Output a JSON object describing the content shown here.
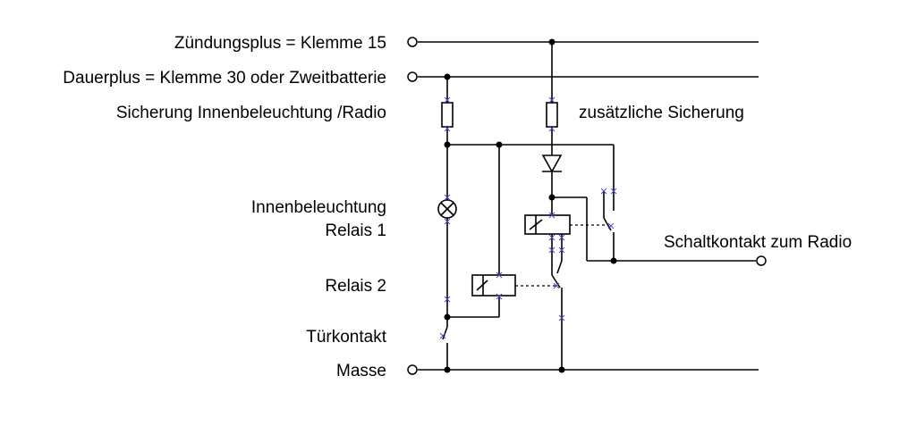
{
  "labels": {
    "ignition": "Zündungsplus = Klemme 15",
    "permanent": "Dauerplus = Klemme 30 oder Zweitbatterie",
    "fuse_interior": "Sicherung Innenbeleuchtung /Radio",
    "fuse_extra": "zusätzliche Sicherung",
    "interior_light": "Innenbeleuchtung",
    "relay1": "Relais 1",
    "relay2": "Relais 2",
    "door_contact": "Türkontakt",
    "ground": "Masse",
    "radio_contact": "Schaltkontakt zum Radio"
  },
  "colors": {
    "wire": "#000000",
    "pin_marker": "#4848c8"
  }
}
